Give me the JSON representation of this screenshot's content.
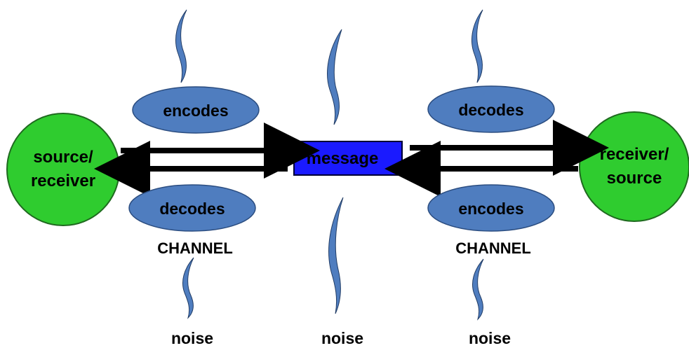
{
  "nodes": {
    "source": {
      "line1": "source/",
      "line2": "receiver",
      "fill": "#2fcc2f"
    },
    "receiver": {
      "line1": "receiver/",
      "line2": "source",
      "fill": "#2fcc2f"
    },
    "message": {
      "label": "message",
      "fill": "#1a1aff"
    }
  },
  "ellipses": {
    "left_top": "encodes",
    "left_bottom": "decodes",
    "right_top": "decodes",
    "right_bottom": "encodes",
    "fill": "#4f7dbf"
  },
  "channels": {
    "left": "CHANNEL",
    "right": "CHANNEL"
  },
  "noise": {
    "left": "noise",
    "center": "noise",
    "right": "noise",
    "fill": "#4f7dbf"
  },
  "arrow_color": "#000000"
}
